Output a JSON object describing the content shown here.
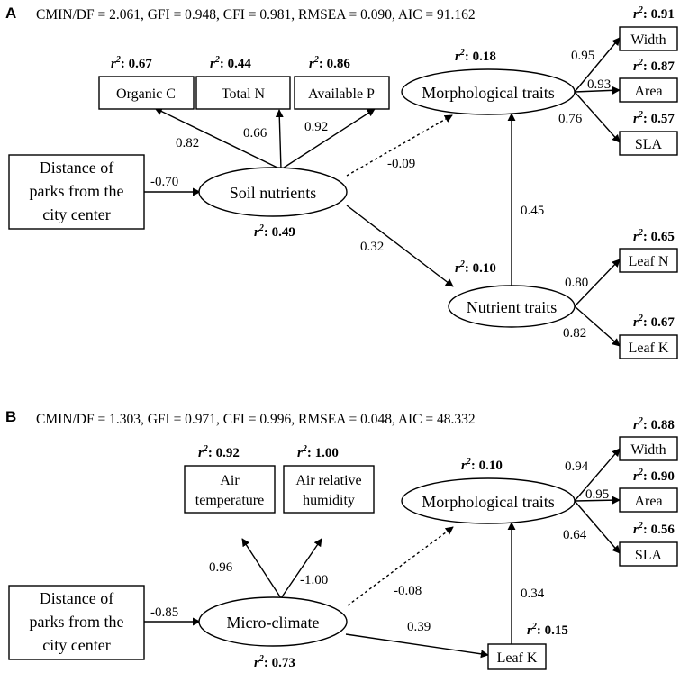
{
  "panel_a": {
    "letter": "A",
    "fit": "CMIN/DF = 2.061, GFI = 0.948, CFI = 0.981, RMSEA = 0.090, AIC = 91.162",
    "distance": [
      "Distance of",
      "parks from the",
      "city center"
    ],
    "soil": "Soil nutrients",
    "organic": "Organic C",
    "total_n": "Total N",
    "avail_p": "Available P",
    "morph": "Morphological traits",
    "nutrient": "Nutrient traits",
    "width": "Width",
    "area": "Area",
    "sla": "SLA",
    "leaf_n": "Leaf N",
    "leaf_k": "Leaf K",
    "coef": {
      "dist_soil": "-0.70",
      "soil_org": "0.82",
      "soil_tn": "0.66",
      "soil_ap": "0.92",
      "soil_morph": "-0.09",
      "soil_nut": "0.32",
      "nut_morph": "0.45",
      "morph_width": "0.95",
      "morph_area": "0.93",
      "morph_sla": "0.76",
      "nut_leafn": "0.80",
      "nut_leafk": "0.82"
    },
    "r2": {
      "organic": "0.67",
      "total_n": "0.44",
      "avail_p": "0.86",
      "morph": "0.18",
      "soil": "0.49",
      "nutrient": "0.10",
      "width": "0.91",
      "area": "0.87",
      "sla": "0.57",
      "leaf_n": "0.65",
      "leaf_k": "0.67"
    }
  },
  "panel_b": {
    "letter": "B",
    "fit": "CMIN/DF = 1.303, GFI = 0.971, CFI = 0.996, RMSEA = 0.048, AIC = 48.332",
    "distance": [
      "Distance of",
      "parks from the",
      "city center"
    ],
    "micro": "Micro-climate",
    "air_temp": [
      "Air",
      "temperature"
    ],
    "air_hum": [
      "Air relative",
      "humidity"
    ],
    "morph": "Morphological traits",
    "leaf_k": "Leaf K",
    "width": "Width",
    "area": "Area",
    "sla": "SLA",
    "coef": {
      "dist_micro": "-0.85",
      "micro_temp": "0.96",
      "micro_hum": "-1.00",
      "micro_morph": "-0.08",
      "micro_leafk": "0.39",
      "leafk_morph": "0.34",
      "morph_width": "0.94",
      "morph_area": "0.95",
      "morph_sla": "0.64"
    },
    "r2": {
      "air_temp": "0.92",
      "air_hum": "1.00",
      "morph": "0.10",
      "micro": "0.73",
      "leaf_k": "0.15",
      "width": "0.88",
      "area": "0.90",
      "sla": "0.56"
    }
  },
  "r2_label": "r",
  "r2_sup": "2",
  "r2_colon": ": "
}
